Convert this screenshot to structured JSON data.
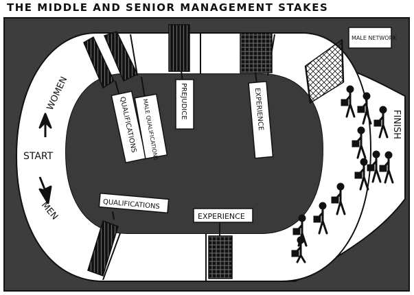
{
  "title": "THE MIDDLE AND SENIOR MANAGEMENT STAKES",
  "track": {
    "start_label": "START",
    "women_label": "WOMEN",
    "men_label": "MEN",
    "finish_label": "FINISH"
  },
  "obstacles": {
    "women_qualifications": "QUALIFICATIONS",
    "male_qualifications": "MALE QUALIFICATIONS",
    "prejudice": "PREJUDICE",
    "women_experience": "EXPERIENCE",
    "men_qualifications": "QUALIFICATIONS",
    "men_experience": "EXPERIENCE",
    "male_network": "MALE NETWORK"
  },
  "colors": {
    "background": "#3d3d3d",
    "track": "#ffffff",
    "ink": "#111111"
  }
}
